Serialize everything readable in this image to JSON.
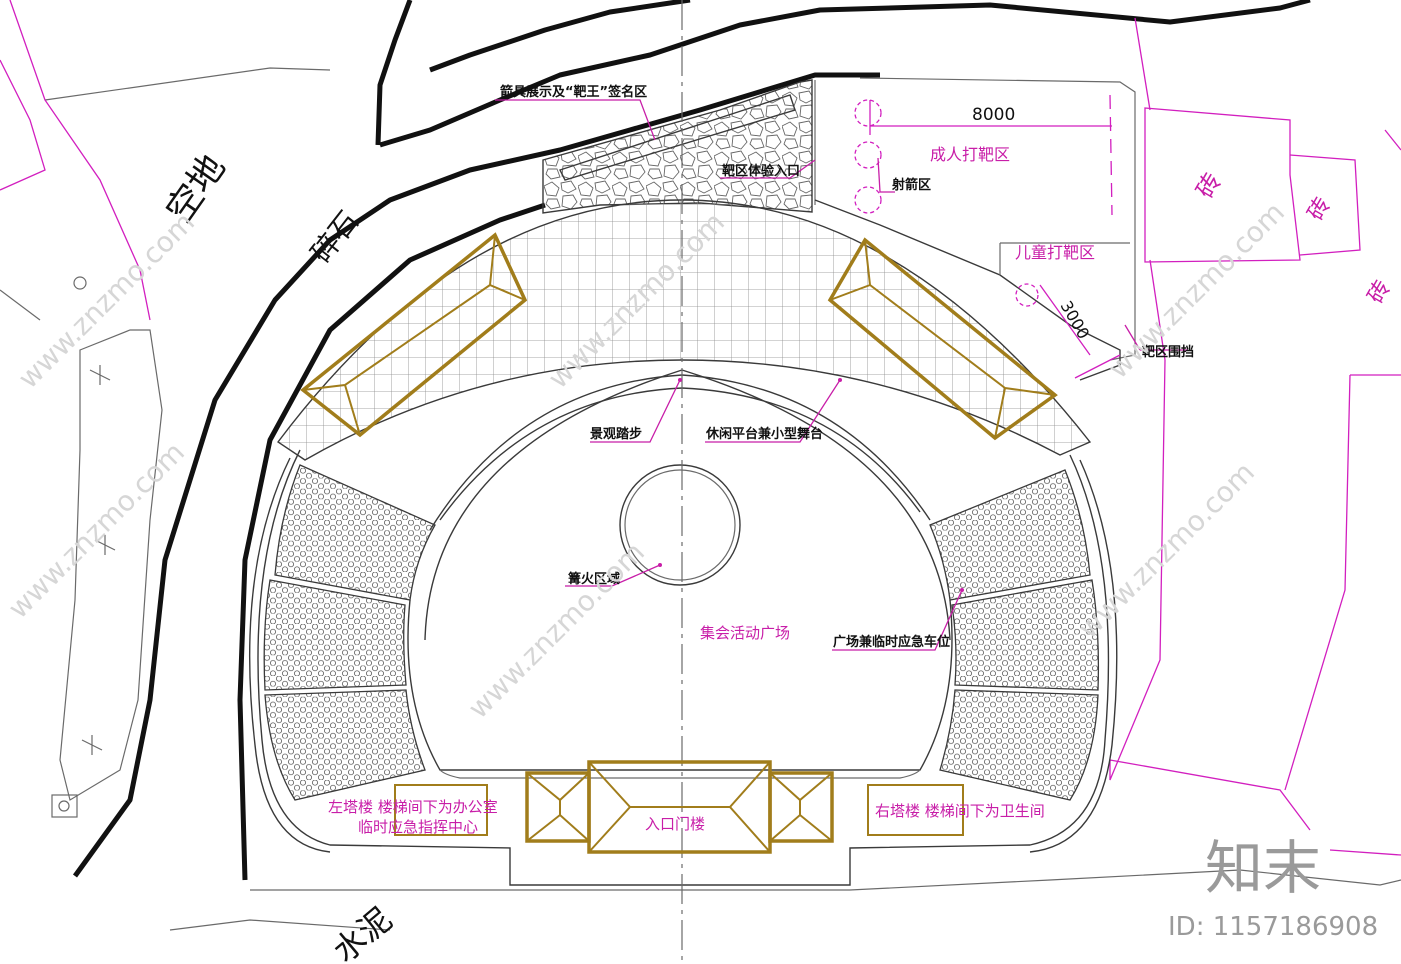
{
  "title": "场地平面图",
  "terrain_labels": {
    "empty_land": "空地",
    "gravel": "碎石",
    "cement": "水泥",
    "brick_1": "砖",
    "brick_2": "砖",
    "brick_3": "砖"
  },
  "zone_labels": {
    "display_area": "箭具展示及“靶王”签名区",
    "target_entrance": "靶区体验入口",
    "archery_area": "射箭区",
    "adult_target": "成人打靶区",
    "child_target": "儿童打靶区",
    "target_fence": "靶区围挡",
    "landscape_steps": "景观踏步",
    "stage": "休闲平台兼小型舞台",
    "bonfire": "篝火区域",
    "plaza": "集会活动广场",
    "emergency_parking": "广场兼临时应急车位",
    "left_tower_1": "左塔楼  楼梯间下为办公室",
    "left_tower_2": "临时应急指挥中心",
    "right_tower": "右塔楼  楼梯间下为卫生间",
    "entrance_building": "入口门楼"
  },
  "dimensions": {
    "adult_width": "8000",
    "child_width": "3000"
  },
  "watermark": {
    "brand": "知末",
    "site": "www.znzmo.com",
    "id_text": "ID: 1157186908"
  },
  "colors": {
    "annotation": "#c81ea8",
    "building_outline": "#a17d1b",
    "road": "#111111",
    "boundary": "#d21fbf"
  }
}
